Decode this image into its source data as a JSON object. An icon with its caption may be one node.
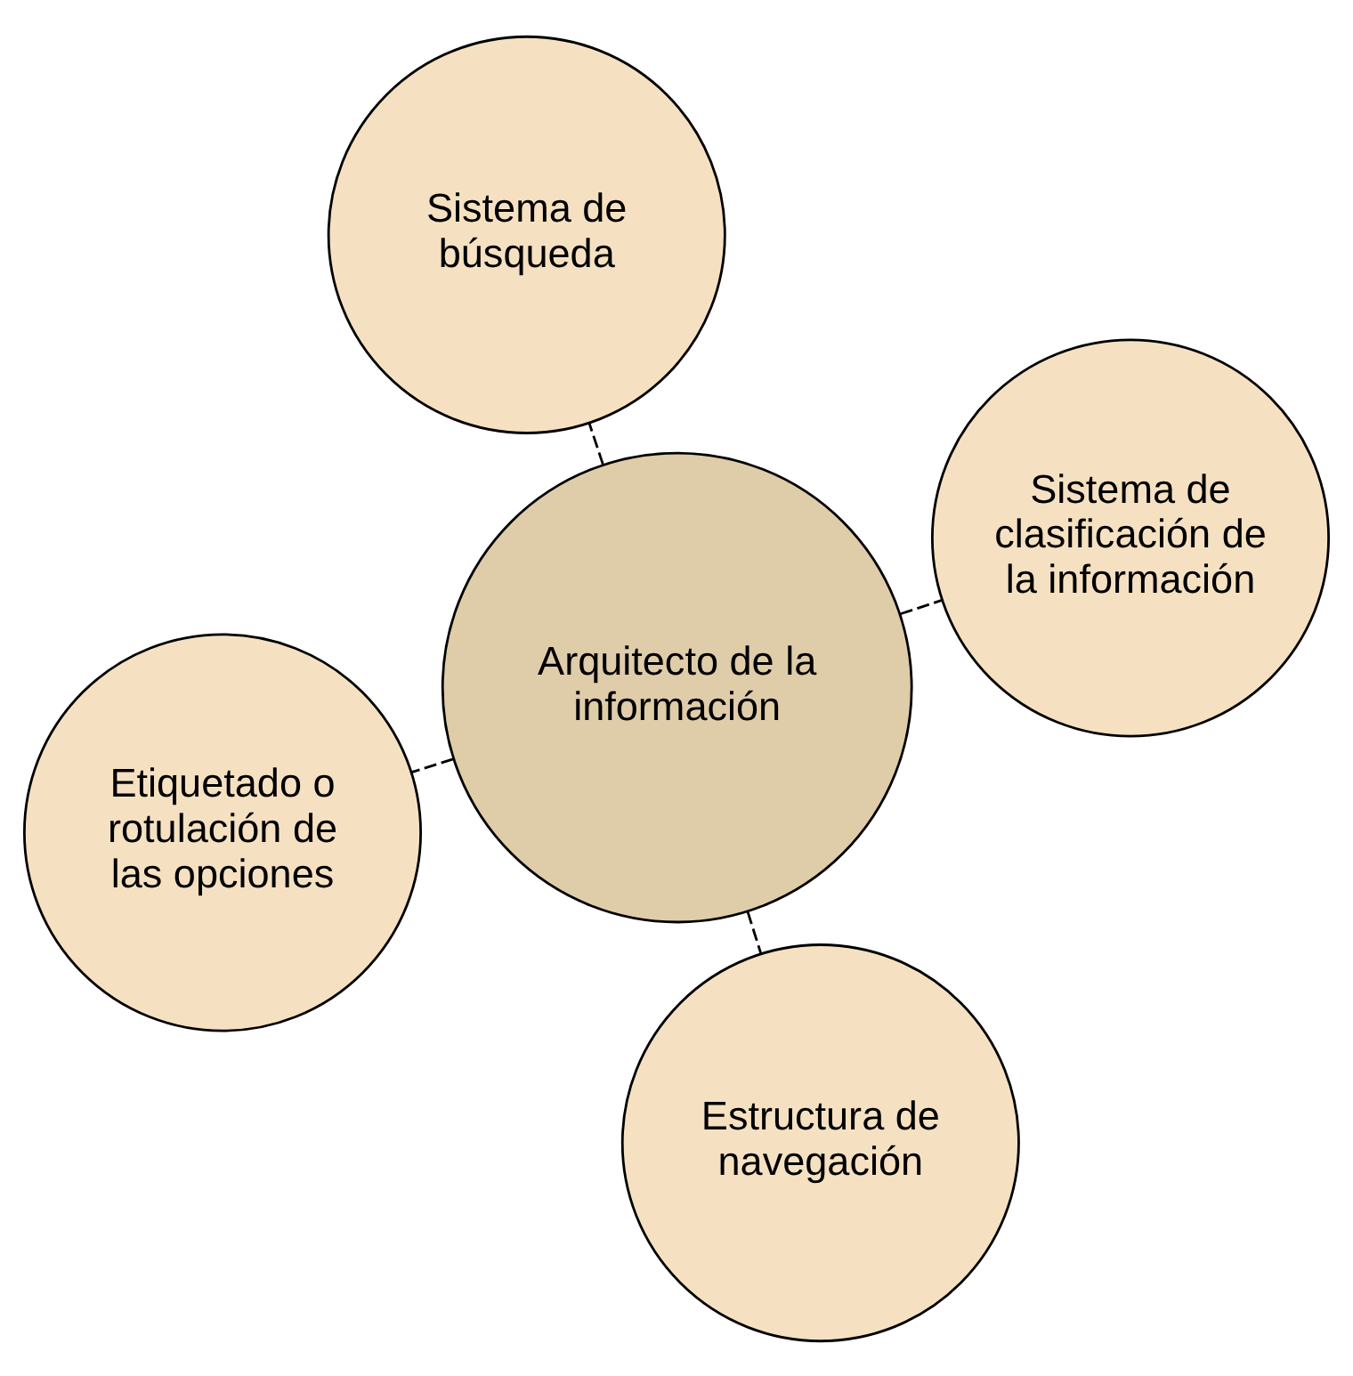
{
  "diagram": {
    "nodes": [
      {
        "text": [
          "Sistema de clasificación de la información"
        ]
      },
      {
        "text": [
          "Estructura de navegación"
        ]
      },
      {
        "text": [
          "Arquitecto de la información"
        ]
      },
      {
        "text": [
          "Etiquetado o rotulación de las opciones"
        ]
      },
      {
        "text": [
          "Sistema de búsqueda"
        ]
      }
    ],
    "edges": [
      {
        "from": 2,
        "to": 0,
        "arrow": "none",
        "style": "dashed"
      },
      {
        "from": 2,
        "to": 1,
        "arrow": "none",
        "style": "dashed"
      },
      {
        "from": 2,
        "to": 3,
        "arrow": "none",
        "style": "dashed"
      },
      {
        "from": 2,
        "to": 4,
        "arrow": "none",
        "style": "dashed"
      }
    ]
  }
}
